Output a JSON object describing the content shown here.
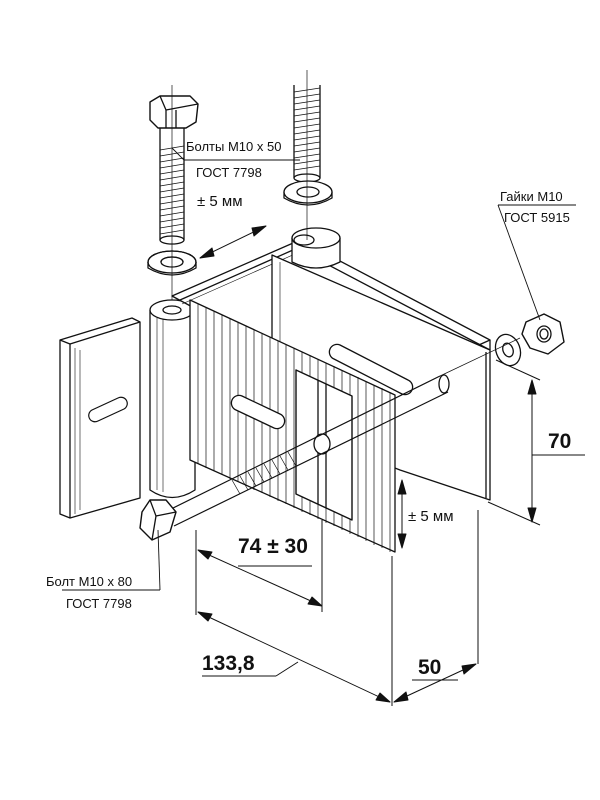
{
  "labels": {
    "bolts_top_name": "Болты М10 x 50",
    "bolts_top_std": "ГОСТ 7798",
    "nuts_name": "Гайки М10",
    "nuts_std": "ГОСТ 5915",
    "bolt_bottom_name": "Болт М10 x 80",
    "bolt_bottom_std": "ГОСТ 7798",
    "adjust_horizontal": "± 5 мм",
    "adjust_vertical": "± 5 мм"
  },
  "dimensions": {
    "height": "70",
    "slot_offset": "74 ± 30",
    "length": "133,8",
    "width": "50"
  },
  "colors": {
    "line": "#111111",
    "background": "#ffffff"
  }
}
